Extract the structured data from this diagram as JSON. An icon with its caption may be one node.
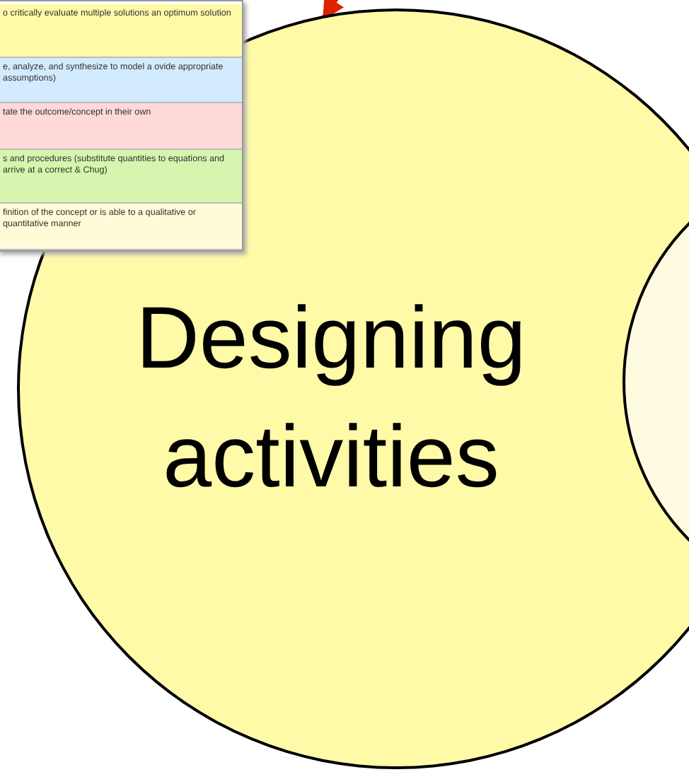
{
  "diagram": {
    "nodes": [
      {
        "text": [],
        "shape": "box"
      },
      {
        "text": [
          "o critically evaluate multiple solutions an optimum solution"
        ],
        "in": 0
      },
      {
        "text": [
          "e, analyze, and synthesize to model a ovide appropriate assumptions)"
        ],
        "in": 0
      },
      {
        "text": [
          "tate the outcome/concept in their own"
        ],
        "in": 0
      },
      {
        "text": [
          "s and procedures (substitute quantities to equations and arrive at a correct & Chug)"
        ],
        "in": 0
      },
      {
        "text": [
          "finition of the concept or is able to a qualitative or quantitative manner"
        ],
        "in": 0
      },
      {
        "text": [
          "Designing activities"
        ]
      },
      {
        "text": [],
        "shape": "circle"
      }
    ],
    "edges": [
      {
        "from": null,
        "to": 6,
        "arrow": "to",
        "color": "#dd2200"
      }
    ]
  }
}
